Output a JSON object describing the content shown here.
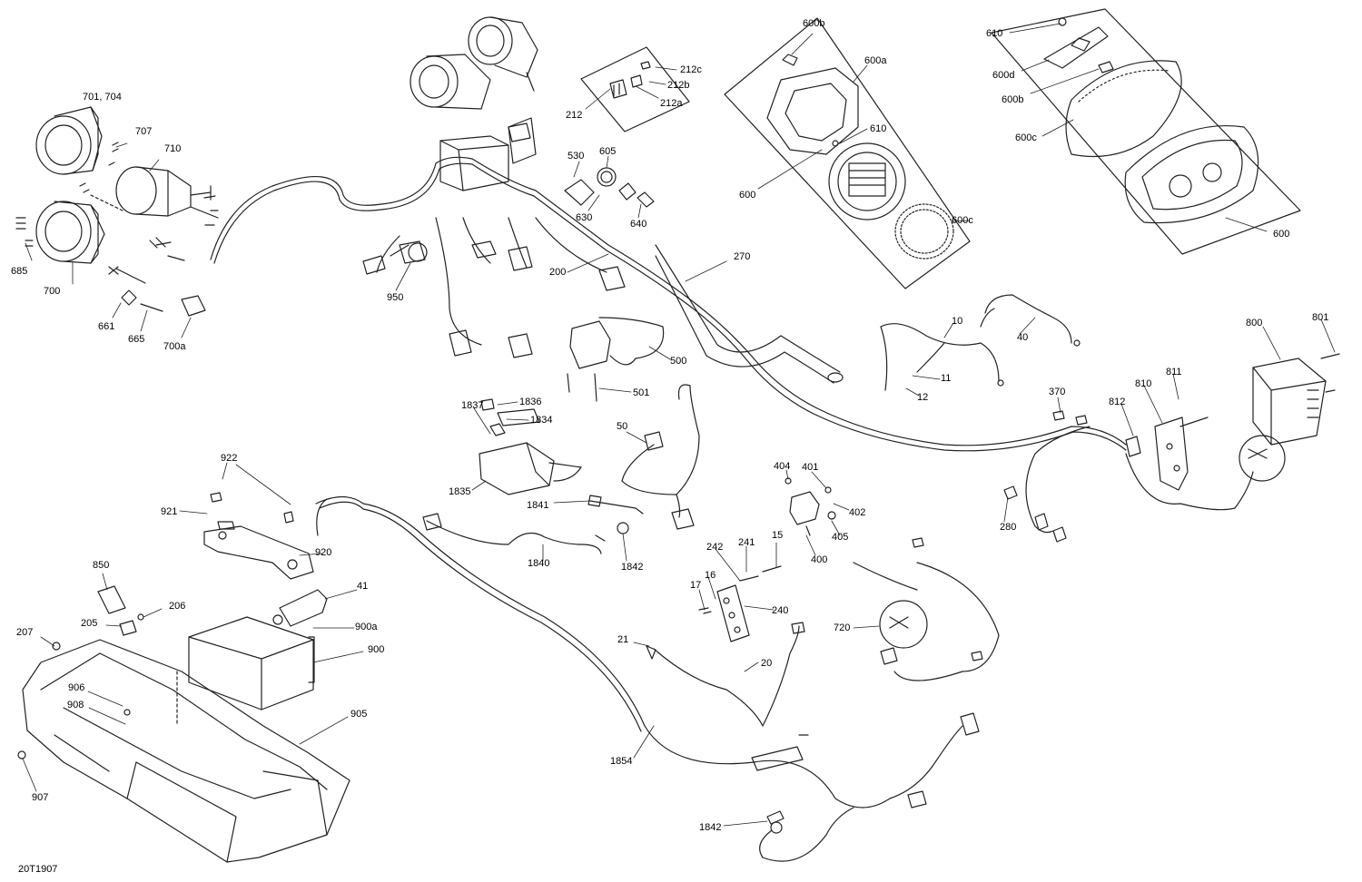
{
  "drawing_code": "20T1907",
  "labels": {
    "l701_704": "701, 704",
    "l707": "707",
    "l710": "710",
    "l685": "685",
    "l700": "700",
    "l661": "661",
    "l665": "665",
    "l700a": "700a",
    "l950": "950",
    "l200": "200",
    "l270": "270",
    "l212": "212",
    "l212a": "212a",
    "l212b": "212b",
    "l212c": "212c",
    "l530": "530",
    "l605": "605",
    "l630": "630",
    "l640": "640",
    "l600b_mid": "600b",
    "l600a": "600a",
    "l610_mid": "610",
    "l600_mid": "600",
    "l600c_mid": "600c",
    "l610_right": "610",
    "l600d": "600d",
    "l600b_right": "600b",
    "l600c_right": "600c",
    "l600_right": "600",
    "l10": "10",
    "l40": "40",
    "l11": "11",
    "l12": "12",
    "l500": "500",
    "l501": "501",
    "l800": "800",
    "l801": "801",
    "l370": "370",
    "l812": "812",
    "l810": "810",
    "l811": "811",
    "l1837": "1837",
    "l1836": "1836",
    "l1834": "1834",
    "l1835": "1835",
    "l50": "50",
    "l1841": "1841",
    "l404": "404",
    "l401": "401",
    "l402": "402",
    "l405": "405",
    "l400": "400",
    "l922": "922",
    "l921": "921",
    "l920": "920",
    "l1840": "1840",
    "l1842_mid": "1842",
    "l242": "242",
    "l241": "241",
    "l15": "15",
    "l16": "16",
    "l17": "17",
    "l240": "240",
    "l280": "280",
    "l850": "850",
    "l206": "206",
    "l205": "205",
    "l207": "207",
    "l41": "41",
    "l900a": "900a",
    "l900": "900",
    "l906": "906",
    "l908": "908",
    "l905": "905",
    "l907": "907",
    "l21": "21",
    "l20": "20",
    "l720": "720",
    "l1854": "1854",
    "l1842_bottom": "1842"
  }
}
